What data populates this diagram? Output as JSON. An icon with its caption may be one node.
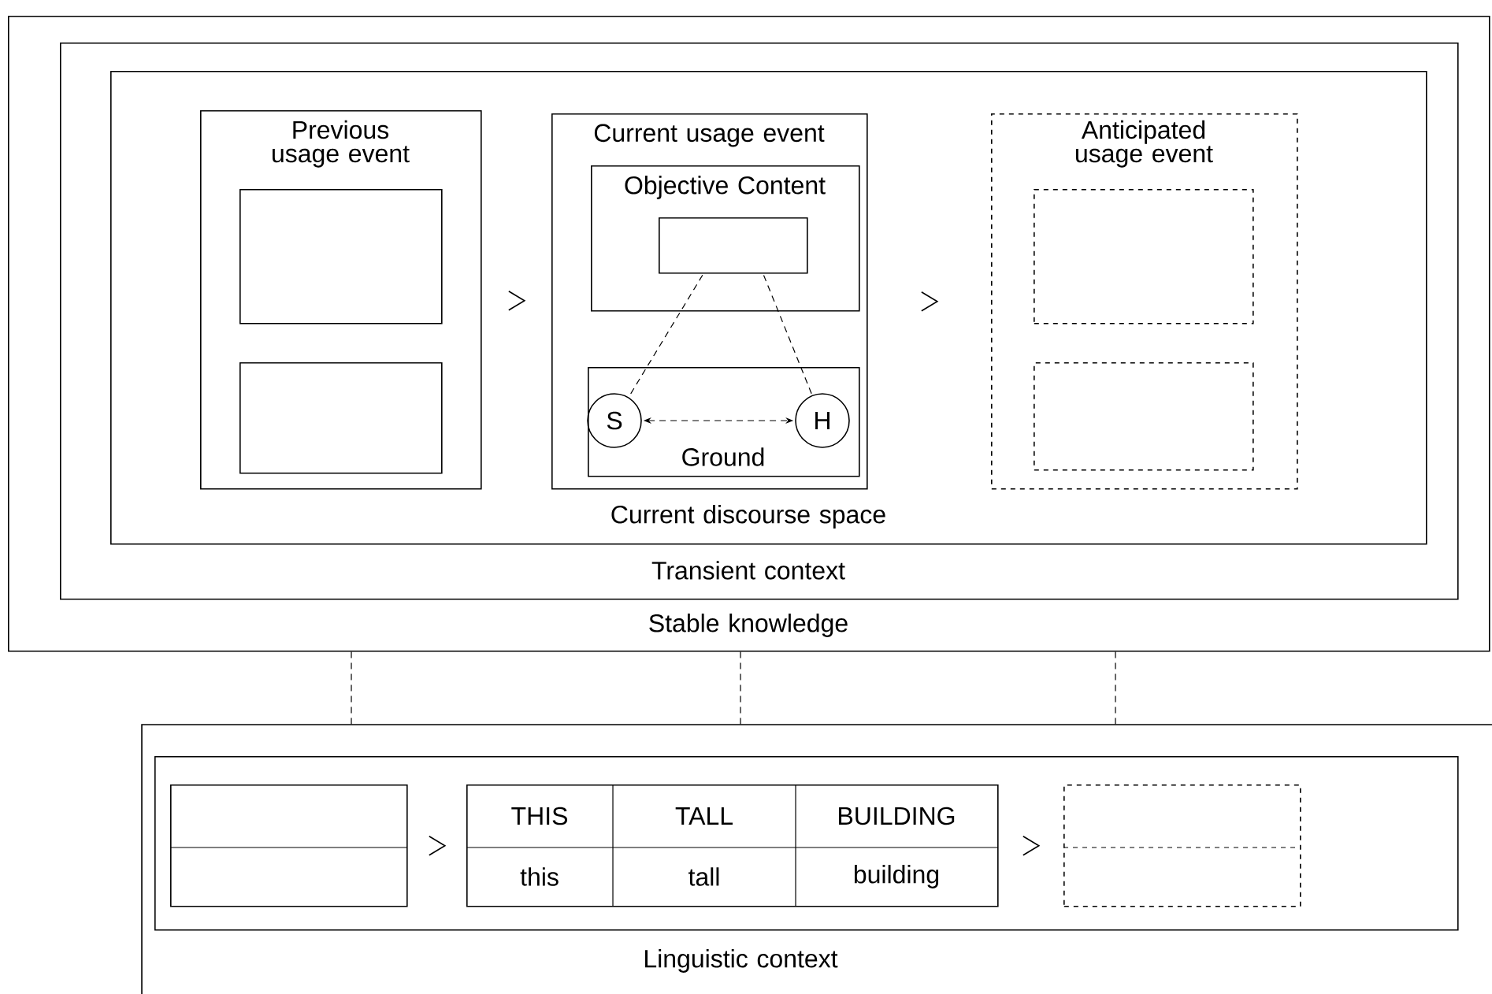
{
  "diagram": {
    "nodes": [
      {
        "text": [
          "Stable knowledge"
        ]
      },
      {
        "text": [
          "Transient context"
        ],
        "in": 0
      },
      {
        "text": [
          "Current discourse space"
        ],
        "in": 1
      },
      {
        "text": [
          "Previous usage event"
        ],
        "in": 2
      },
      {
        "text": [],
        "shape": "box",
        "in": 3
      },
      {
        "text": [],
        "shape": "box",
        "in": 3
      },
      {
        "text": [
          "Current usage event"
        ],
        "in": 2
      },
      {
        "text": [
          "Objective Content"
        ],
        "in": 6
      },
      {
        "text": [],
        "shape": "box",
        "in": 7
      },
      {
        "text": [
          "Ground"
        ],
        "in": 6
      },
      {
        "text": [
          "S"
        ],
        "in": 9
      },
      {
        "text": [
          "H"
        ],
        "in": 9
      },
      {
        "text": [
          "Anticipated usage event"
        ],
        "in": 2
      },
      {
        "text": [],
        "shape": "box",
        "in": 12
      },
      {
        "text": [],
        "shape": "box",
        "in": 12
      },
      {
        "text": [
          "Linguistic context"
        ]
      },
      {
        "text": [],
        "shape": "box",
        "in": 15
      },
      {
        "text": [],
        "shape": "box",
        "in": 16
      },
      {
        "text": [
          "THIS",
          "TALL",
          "BUILDING",
          "this",
          "tall",
          "building"
        ],
        "in": 16
      },
      {
        "text": [],
        "shape": "box",
        "in": 16
      }
    ],
    "edges": [
      {
        "from": 3,
        "to": 6,
        "arrow": "to"
      },
      {
        "from": 6,
        "to": 12,
        "arrow": "to"
      },
      {
        "from": 8,
        "to": 10,
        "arrow": "none",
        "style": "dashed"
      },
      {
        "from": 8,
        "to": 11,
        "arrow": "none",
        "style": "dashed"
      },
      {
        "from": 10,
        "to": 11,
        "arrow": "both",
        "style": "dashed"
      },
      {
        "from": 0,
        "to": 15,
        "arrow": "none",
        "style": "dashed"
      },
      {
        "from": 0,
        "to": 15,
        "arrow": "none",
        "style": "dashed"
      },
      {
        "from": 0,
        "to": 15,
        "arrow": "none",
        "style": "dashed"
      },
      {
        "from": 17,
        "to": 18,
        "arrow": "to"
      },
      {
        "from": 18,
        "to": 19,
        "arrow": "to"
      }
    ]
  }
}
